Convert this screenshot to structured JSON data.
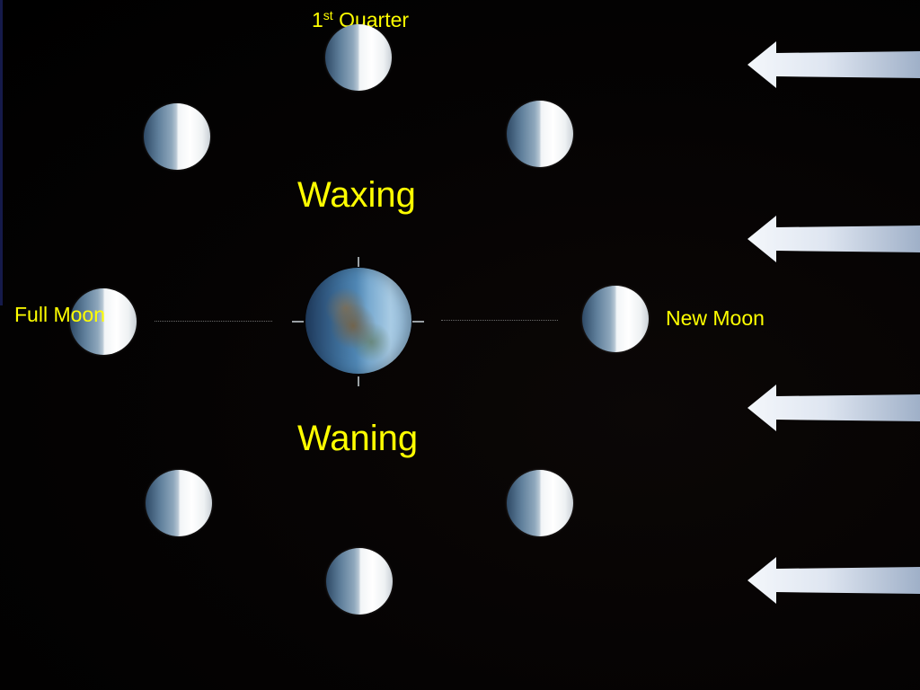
{
  "labels": {
    "first_quarter_number": "1",
    "first_quarter_suffix": "st",
    "first_quarter_word": "Quarter",
    "waxing": "Waxing",
    "waning": "Waning",
    "full_moon": "Full Moon",
    "new_moon": "New Moon"
  },
  "colors": {
    "label": "#ffff00",
    "background": "#000000",
    "arrow": "#e9eef6"
  },
  "icons": {
    "sunlight_arrow": "left-arrow-icon",
    "earth": "earth-icon",
    "moon_phase": "moon-half-lit-icon"
  }
}
